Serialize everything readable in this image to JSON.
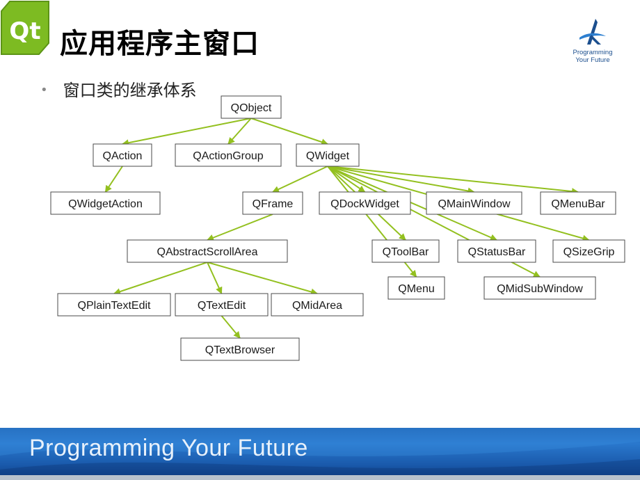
{
  "slide": {
    "title": "应用程序主窗口",
    "bullet": "窗口类的继承体系",
    "logo_text": "Qt",
    "brand_line1": "Programming",
    "brand_line2": "Your Future",
    "footer_text": "Programming Your Future"
  },
  "colors": {
    "edge": "#93c01f",
    "qt_green": "#7dbb22",
    "footer_blue": "#1e62b4"
  },
  "diagram": {
    "nodes": [
      {
        "id": "qobject",
        "label": "QObject"
      },
      {
        "id": "qaction",
        "label": "QAction"
      },
      {
        "id": "qactiongroup",
        "label": "QActionGroup"
      },
      {
        "id": "qwidget",
        "label": "QWidget"
      },
      {
        "id": "qwidgetaction",
        "label": "QWidgetAction"
      },
      {
        "id": "qframe",
        "label": "QFrame"
      },
      {
        "id": "qdockwidget",
        "label": "QDockWidget"
      },
      {
        "id": "qmainwindow",
        "label": "QMainWindow"
      },
      {
        "id": "qmenubar",
        "label": "QMenuBar"
      },
      {
        "id": "qabstractscrollarea",
        "label": "QAbstractScrollArea"
      },
      {
        "id": "qtoolbar",
        "label": "QToolBar"
      },
      {
        "id": "qstatusbar",
        "label": "QStatusBar"
      },
      {
        "id": "qsizegrip",
        "label": "QSizeGrip"
      },
      {
        "id": "qmenu",
        "label": "QMenu"
      },
      {
        "id": "qmidsubwindow",
        "label": "QMidSubWindow"
      },
      {
        "id": "qplaintextedit",
        "label": "QPlainTextEdit"
      },
      {
        "id": "qtextedit",
        "label": "QTextEdit"
      },
      {
        "id": "qmidarea",
        "label": "QMidArea"
      },
      {
        "id": "qtextbrowser",
        "label": "QTextBrowser"
      }
    ],
    "edges": [
      [
        "qobject",
        "qaction"
      ],
      [
        "qobject",
        "qactiongroup"
      ],
      [
        "qobject",
        "qwidget"
      ],
      [
        "qaction",
        "qwidgetaction"
      ],
      [
        "qwidget",
        "qframe"
      ],
      [
        "qwidget",
        "qdockwidget"
      ],
      [
        "qwidget",
        "qmainwindow"
      ],
      [
        "qwidget",
        "qmenubar"
      ],
      [
        "qwidget",
        "qtoolbar"
      ],
      [
        "qwidget",
        "qstatusbar"
      ],
      [
        "qwidget",
        "qsizegrip"
      ],
      [
        "qwidget",
        "qmenu"
      ],
      [
        "qwidget",
        "qmidsubwindow"
      ],
      [
        "qframe",
        "qabstractscrollarea"
      ],
      [
        "qabstractscrollarea",
        "qplaintextedit"
      ],
      [
        "qabstractscrollarea",
        "qtextedit"
      ],
      [
        "qabstractscrollarea",
        "qmidarea"
      ],
      [
        "qtextedit",
        "qtextbrowser"
      ]
    ]
  }
}
